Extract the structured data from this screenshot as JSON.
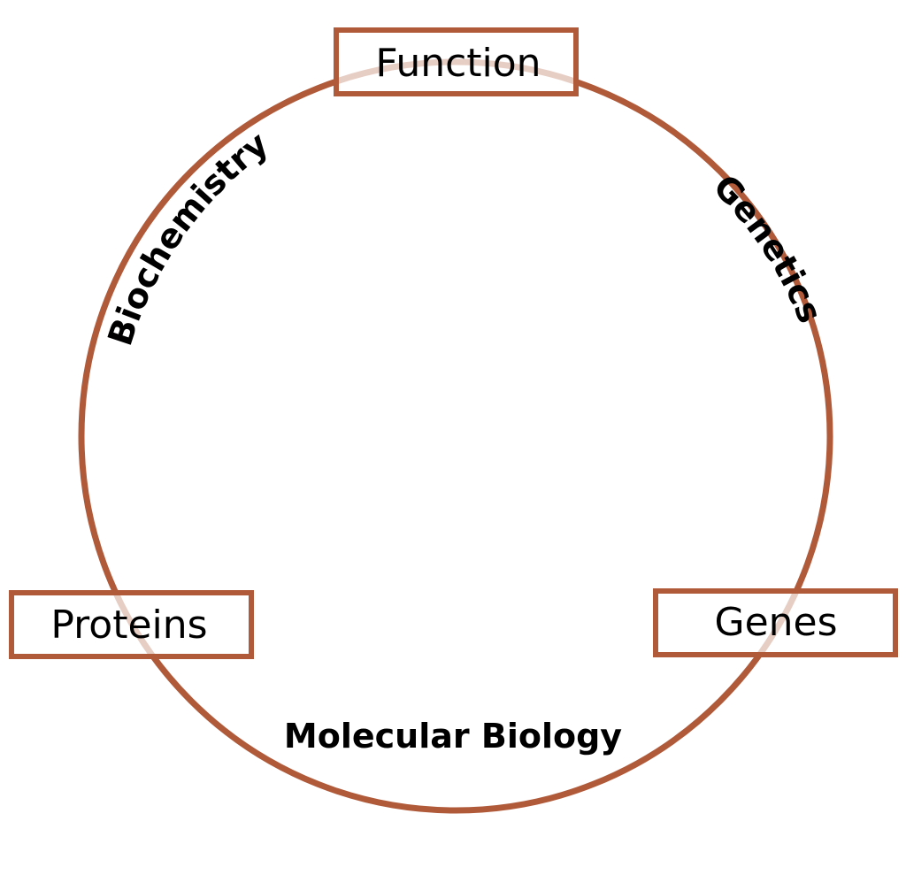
{
  "diagram": {
    "type": "cycle",
    "accent_color": "#b05a3a",
    "faded_color": "#e6c3b6",
    "nodes": [
      {
        "id": "function",
        "label": "Function"
      },
      {
        "id": "proteins",
        "label": "Proteins"
      },
      {
        "id": "genes",
        "label": "Genes"
      }
    ],
    "edges": [
      {
        "from": "proteins",
        "to": "function",
        "label": "Biochemistry"
      },
      {
        "from": "function",
        "to": "genes",
        "label": "Genetics"
      },
      {
        "from": "genes",
        "to": "proteins",
        "label": "Molecular Biology"
      }
    ]
  }
}
